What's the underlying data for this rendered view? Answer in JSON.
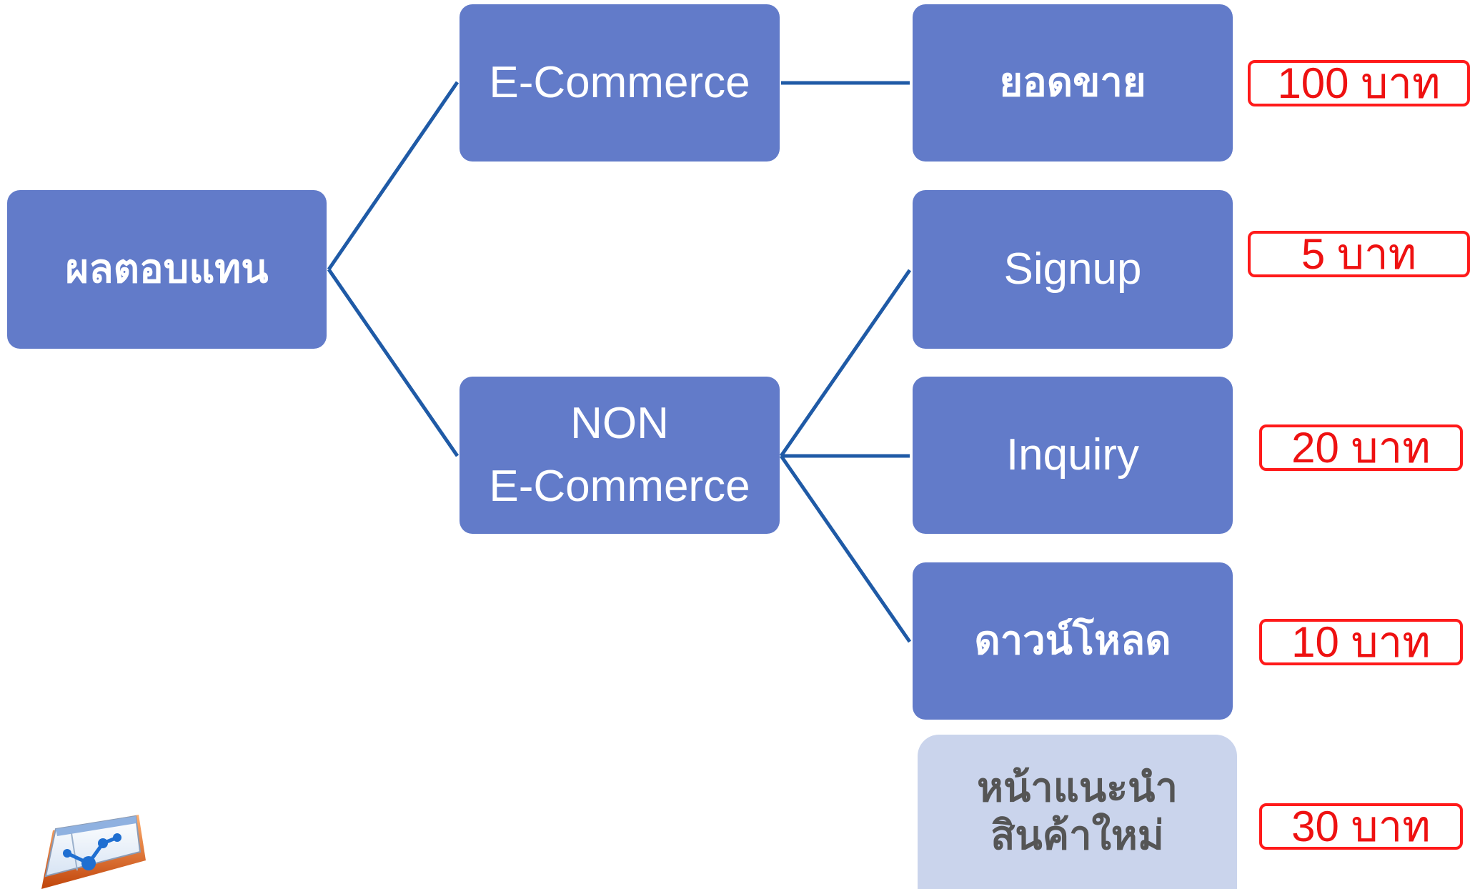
{
  "diagram": {
    "root": {
      "label": "ผลตอบแทน"
    },
    "branches": [
      {
        "label": "E-Commerce",
        "children": [
          {
            "label": "ยอดขาย",
            "price": "100 บาท"
          }
        ]
      },
      {
        "label": "NON\nE-Commerce",
        "children": [
          {
            "label": "Signup",
            "price": "5 บาท"
          },
          {
            "label": "Inquiry",
            "price": "20 บาท"
          },
          {
            "label": "ดาวน์โหลด",
            "price": "10 บาท"
          }
        ]
      }
    ],
    "extra_node": {
      "label": "หน้าแนะนำ\nสินค้าใหม่",
      "price": "30 บาท"
    }
  },
  "colors": {
    "node_fill": "#627bc9",
    "light_node_fill": "#cad4ec",
    "connector": "#1f5aa6",
    "price_border": "#ff1a1a",
    "price_text": "#ee1111"
  },
  "icons": {
    "logo": "analytics-chart-icon"
  }
}
